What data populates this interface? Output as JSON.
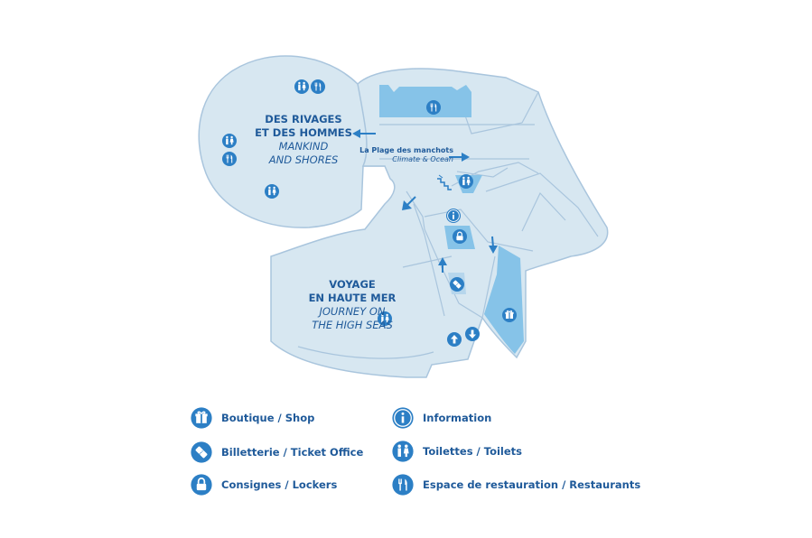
{
  "zones": {
    "rivages": {
      "line1": "DES RIVAGES",
      "line2": "ET DES HOMMES",
      "en1": "MANKIND",
      "en2": "AND SHORES"
    },
    "voyage": {
      "line1": "VOYAGE",
      "line2": "EN HAUTE MER",
      "en1": "JOURNEY ON",
      "en2": "THE HIGH SEAS"
    }
  },
  "corridor": {
    "fr": "La Plage des manchots",
    "en": "Climate & Ocean"
  },
  "legend": {
    "shop": "Boutique / Shop",
    "ticket": "Billetterie / Ticket Office",
    "lockers": "Consignes / Lockers",
    "info": "Information",
    "toilets": "Toilettes / Toilets",
    "restaurants": "Espace de restauration / Restaurants"
  },
  "colors": {
    "floor": "#d7e7f1",
    "outline": "#a9c5dd",
    "highlight": "#86c3e8",
    "icon": "#2c7fc5",
    "text": "#1f5a9a"
  }
}
